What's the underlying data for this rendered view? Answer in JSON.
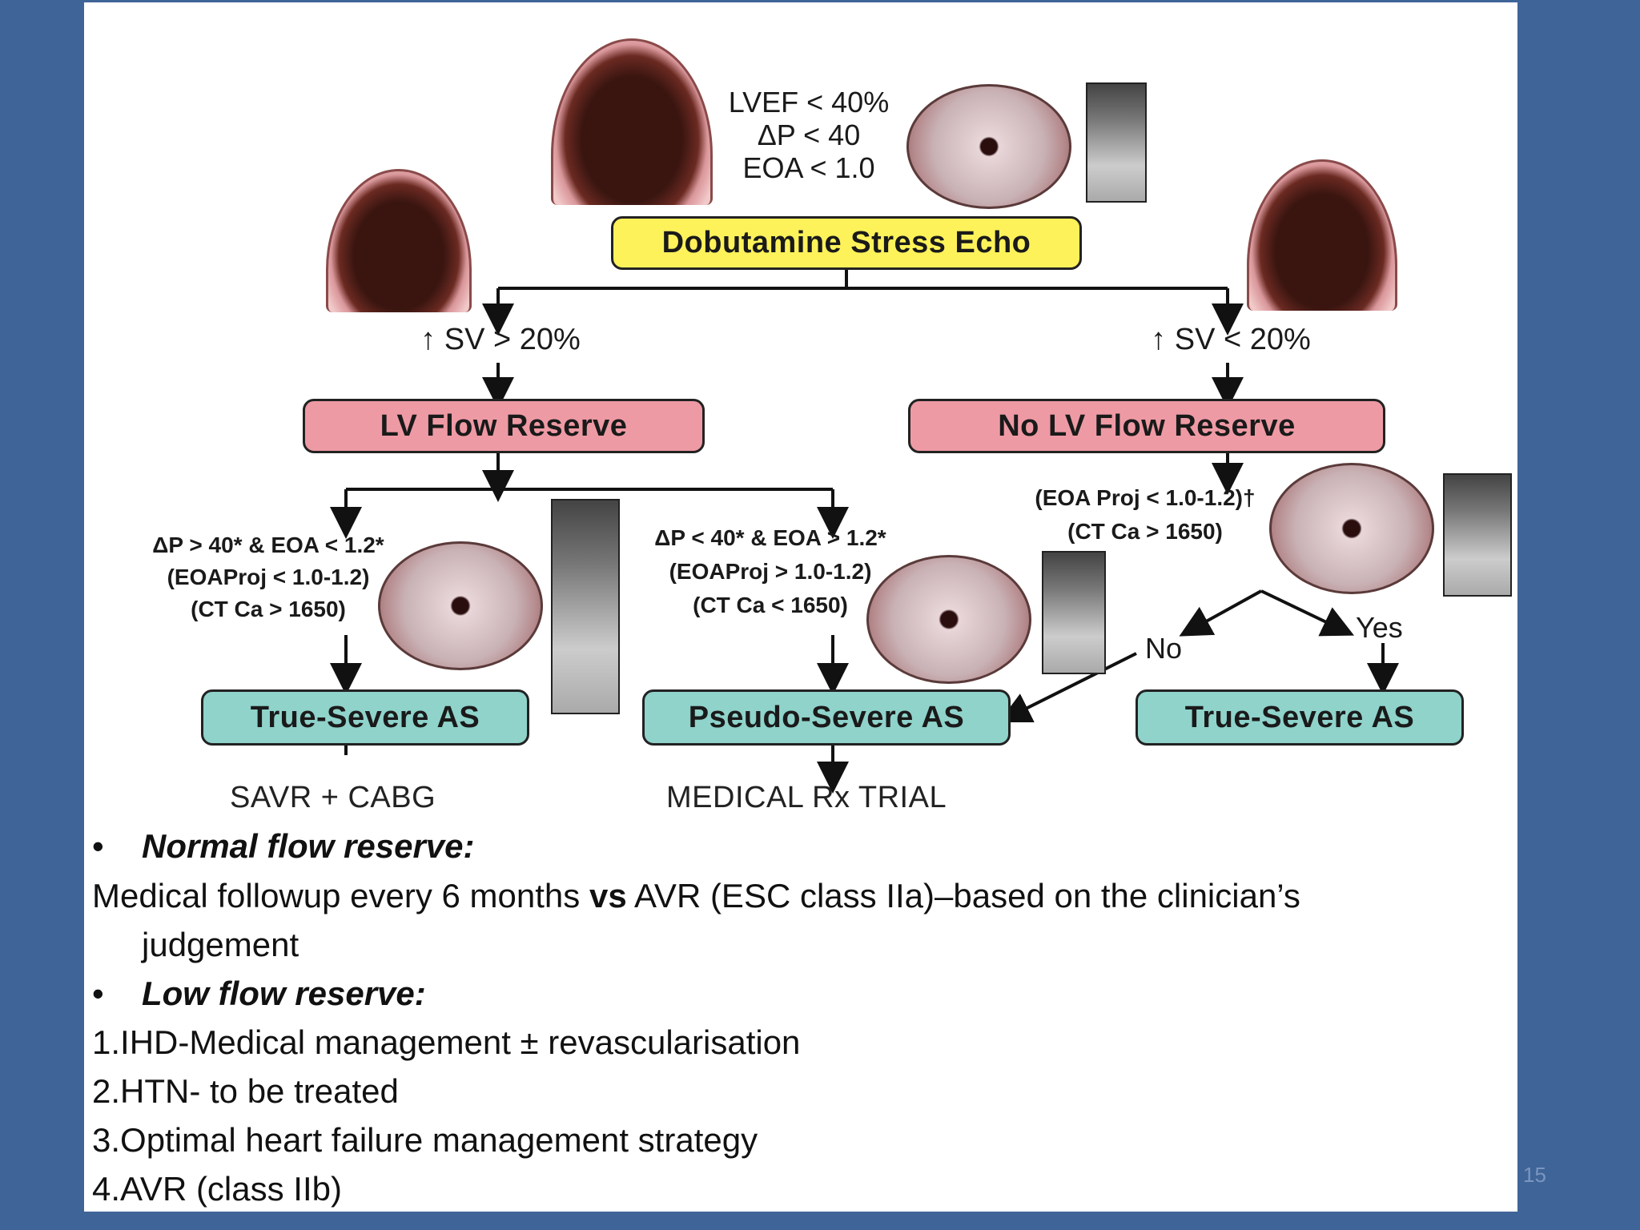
{
  "diagram": {
    "baseline_criteria": [
      "LVEF < 40%",
      "ΔP < 40",
      "EOA < 1.0"
    ],
    "root": "Dobutamine Stress Echo",
    "left_branch_label": "↑ SV > 20%",
    "right_branch_label": "↑ SV < 20%",
    "left_node": "LV Flow Reserve",
    "right_node": "No LV Flow Reserve",
    "left_left_criteria": [
      "ΔP > 40* & EOA < 1.2*",
      "(EOAProj < 1.0-1.2)",
      "(CT Ca > 1650)"
    ],
    "left_right_criteria": [
      "ΔP < 40* & EOA > 1.2*",
      "(EOAProj > 1.0-1.2)",
      "(CT Ca < 1650)"
    ],
    "right_criteria": [
      "(EOA Proj < 1.0-1.2)†",
      "(CT Ca > 1650)"
    ],
    "no_label": "No",
    "yes_label": "Yes",
    "outcome_true_severe_left": "True-Severe AS",
    "outcome_pseudo_severe": "Pseudo-Severe AS",
    "outcome_true_severe_right": "True-Severe AS",
    "treatment_left": "SAVR + CABG",
    "treatment_middle": "MEDICAL Rx TRIAL"
  },
  "notes": {
    "bullet1_heading": "Normal flow reserve:",
    "line1_a": "Medical followup every 6 months ",
    "line1_bold": "vs",
    "line1_b": " AVR (ESC class IIa)–based on the clinician’s",
    "line1_cont": "judgement",
    "bullet2_heading": "Low flow reserve:",
    "items": [
      "1.IHD-Medical management  ± revascularisation",
      "2.HTN- to be treated",
      "3.Optimal heart failure management strategy",
      "4.AVR (class IIb)"
    ],
    "bullet_char": "•"
  },
  "page_number": "15"
}
